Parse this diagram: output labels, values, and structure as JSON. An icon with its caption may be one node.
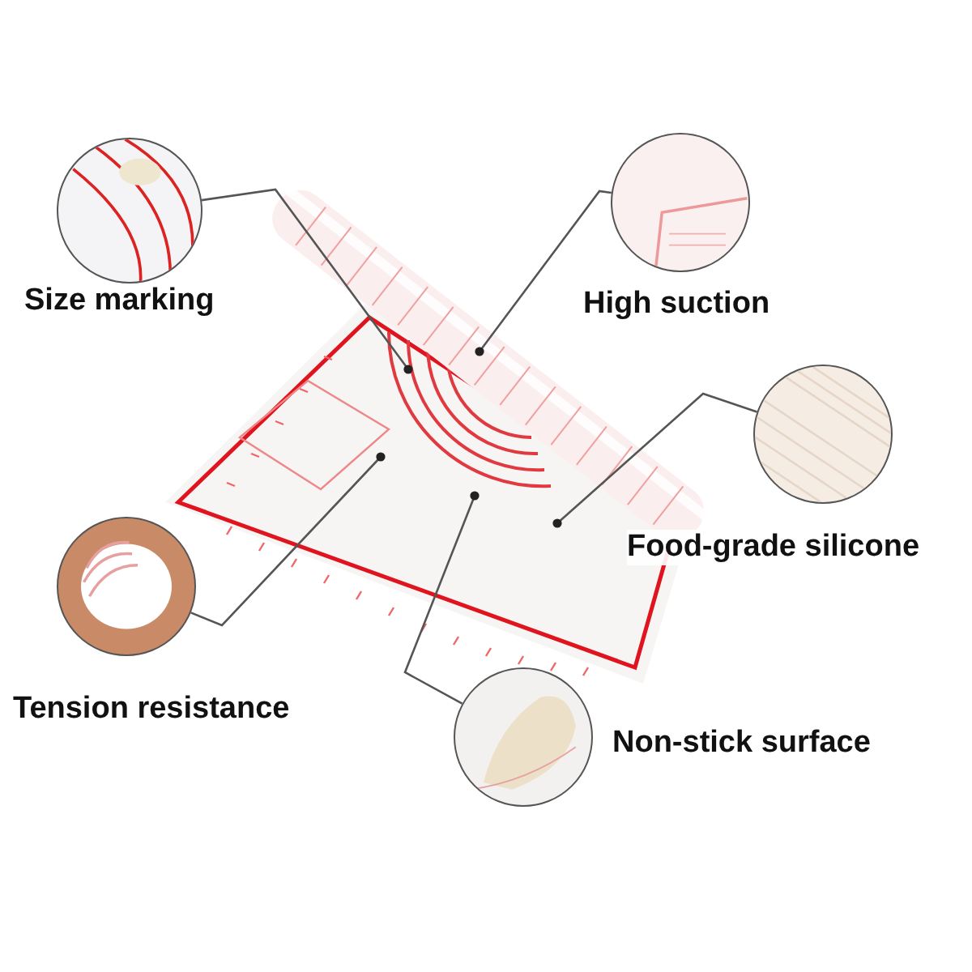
{
  "diagram": {
    "nodes": [
      {
        "text": [
          "Size marking"
        ]
      },
      {
        "text": [
          "High suction"
        ]
      },
      {
        "text": [
          "Food-grade silicone"
        ]
      },
      {
        "text": [
          "Tension resistance"
        ]
      },
      {
        "text": [
          "Non-stick surface"
        ]
      }
    ],
    "edges": [
      {
        "from": 0,
        "to": null,
        "arrow": "other"
      },
      {
        "from": 1,
        "to": null,
        "arrow": "other"
      },
      {
        "from": 2,
        "to": null,
        "arrow": "other"
      },
      {
        "from": 3,
        "to": null,
        "arrow": "other"
      },
      {
        "from": 4,
        "to": null,
        "arrow": "other"
      }
    ]
  }
}
